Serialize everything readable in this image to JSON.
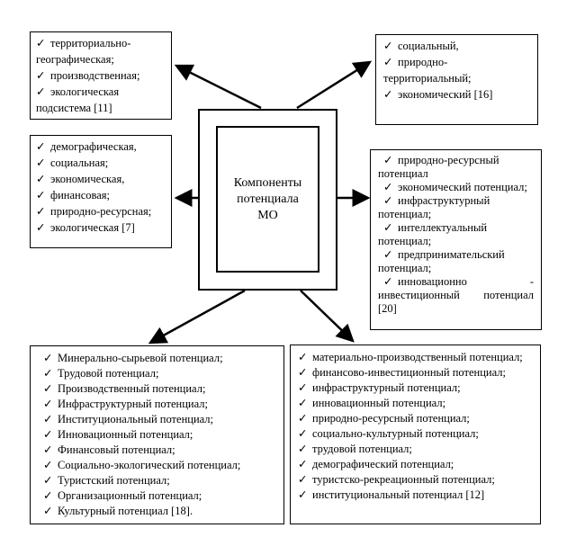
{
  "center": {
    "lines": [
      "Компоненты",
      "потенциала",
      "МО"
    ]
  },
  "check": "✓",
  "top_left": [
    "территориально-географическая;",
    "производственная;",
    "экологическая подсистема [11]"
  ],
  "mid_left": [
    "демографическая,",
    "социальная;",
    "экономическая,",
    "финансовая;",
    "природно-ресурсная;",
    "экологическая [7]"
  ],
  "top_right": [
    "социальный,",
    "природно-территориальный;",
    "экономический [16]"
  ],
  "mid_right": [
    "природно-ресурсный потенциал",
    "экономический потенциал;",
    "инфраструктурный потенциал;",
    "интеллектуальный потенциал;",
    "предпринимательский потенциал;",
    "инновационно - инвестиционный потенциал [20]"
  ],
  "bottom_left": [
    "Минерально-сырьевой потенциал;",
    "Трудовой потенциал;",
    "Производственный потенциал;",
    "Инфраструктурный потенциал;",
    "Институциональный потенциал;",
    "Инновационный потенциал;",
    "Финансовый потенциал;",
    "Социально-экологический потенциал;",
    "Туристский потенциал;",
    "Организационный потенциал;",
    "Культурный потенциал [18]."
  ],
  "bottom_right": [
    "материально-производственный потенциал;",
    "финансово-инвестиционный потенциал;",
    "инфраструктурный потенциал;",
    "инновационный потенциал;",
    "природно-ресурсный потенциал;",
    "социально-культурный потенциал;",
    "трудовой потенциал;",
    "демографический потенциал;",
    "туристско-рекреационный потенциал;",
    "институциональный потенциал [12]"
  ]
}
